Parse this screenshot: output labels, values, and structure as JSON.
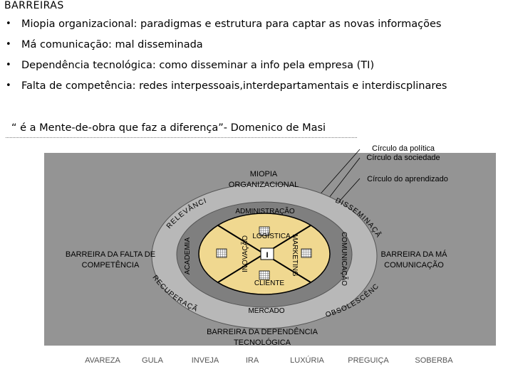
{
  "title": "BARREIRAS",
  "bullets": [
    "Miopia organizacional: paradigmas e estrutura para captar as novas informações",
    "Má comunicação: mal disseminada",
    "Dependência tecnológica: como disseminar a info pela empresa (TI)",
    "Falta de competência: redes interpessoais,interdepartamentais e interdiscplinares"
  ],
  "quote": "“ é a Mente-de-obra que faz a diferença”- Domenico de Masi",
  "diagram": {
    "circle_politica": "Círculo da política",
    "circle_sociedade": "Círculo da sociedade",
    "circle_aprendizado": "Círculo do aprendizado",
    "miopia_line1": "MIOPIA",
    "miopia_line2": "ORGANIZACIONAL",
    "relevancia": "RELEVÂNCIA",
    "disseminacao": "DISSEMINAÇÃO",
    "recuperacao": "RECUPERAÇÃO",
    "obsolescencia": "OBSOLESCÊNCIA",
    "administracao": "ADMINISTRAÇÃO",
    "academia": "ACADEMIA",
    "comunicacao": "COMUNICAÇÃO",
    "mercado": "MERCADO",
    "logistica": "LOGÍSTICA",
    "inovacao": "INOVAÇÃO",
    "marketing": "MARKETING",
    "cliente": "CLIENTE",
    "center": "I",
    "barreira_falta_1": "BARREIRA DA FALTA DE",
    "barreira_falta_2": "COMPETÊNCIA",
    "barreira_ma_1": "BARREIRA DA MÁ",
    "barreira_ma_2": "COMUNICAÇÃO",
    "barreira_dep_1": "BARREIRA DA DEPENDÊNCIA",
    "barreira_dep_2": "TECNOLÓGICA"
  },
  "sins": [
    "AVAREZA",
    "GULA",
    "INVEJA",
    "IRA",
    "LUXÚRIA",
    "PREGUIÇA",
    "SOBERBA"
  ],
  "colors": {
    "panel": "#949494",
    "outer_ring": "#b8b8b8",
    "middle_ring": "#7f7f7f",
    "inner_circle": "#f0d890",
    "sin_text": "#555555"
  }
}
